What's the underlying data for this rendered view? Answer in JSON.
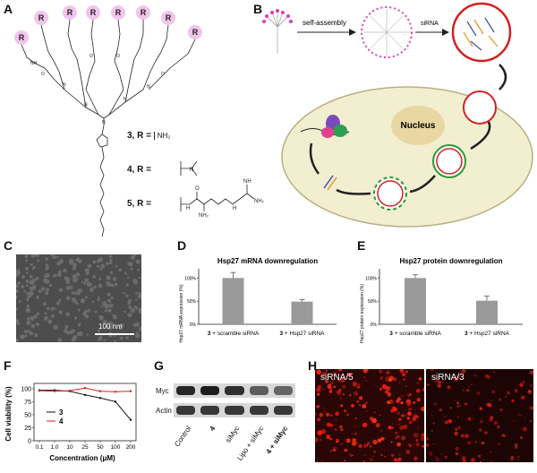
{
  "panels": {
    "a": "A",
    "b": "B",
    "c": "C",
    "d": "D",
    "e": "E",
    "f": "F",
    "g": "G",
    "h": "H"
  },
  "panel_a": {
    "r_label": "R",
    "compounds": [
      {
        "num": "3,",
        "r_eq": "R =",
        "group": "NH₂"
      },
      {
        "num": "4,",
        "r_eq": "R =",
        "group": "N(CH₃)₂"
      },
      {
        "num": "5,",
        "r_eq": "R =",
        "group": "arginine"
      }
    ],
    "nh2_label": "NH₂",
    "nh_label": "NH",
    "n_label": "N",
    "o_label": "O",
    "h_label": "H"
  },
  "panel_b": {
    "arrow1_label": "self-assembly",
    "arrow2_label": "siRNA",
    "nucleus_label": "Nucleus"
  },
  "panel_c": {
    "scale_label": "100 nm"
  },
  "chart_data": [
    {
      "type": "bar",
      "title": "Hsp27 mRNA downregulation",
      "ylabel": "Hsp27 mRNA expression (%)",
      "yticks": [
        "0%",
        "50%",
        "100%"
      ],
      "ylim": [
        0,
        120
      ],
      "categories": [
        "3 + scramble siRNA",
        "3 + Hsp27 siRNA"
      ],
      "category_bold": [
        "3",
        "3"
      ],
      "category_rest": [
        " + scramble siRNA",
        " + Hsp27 siRNA"
      ],
      "values": [
        100,
        49
      ],
      "errors": [
        12,
        4
      ]
    },
    {
      "type": "bar",
      "title": "Hsp27 protein downregulation",
      "ylabel": "Hsp27 protein expression (%)",
      "yticks": [
        "0%",
        "50%",
        "100%"
      ],
      "ylim": [
        0,
        120
      ],
      "categories": [
        "3 + scramble siRNA",
        "3 + Hsp27 siRNA"
      ],
      "category_bold": [
        "3",
        "3"
      ],
      "category_rest": [
        " + scramble siRNA",
        " + Hsp27 siRNA"
      ],
      "values": [
        100,
        51
      ],
      "errors": [
        7,
        10
      ]
    },
    {
      "type": "line",
      "ylabel": "Cell viability (%)",
      "xlabel": "Concentration (μM)",
      "x": [
        "0.1",
        "1.0",
        "10",
        "25",
        "50",
        "100",
        "200"
      ],
      "yticks": [
        "0",
        "25",
        "50",
        "75",
        "100"
      ],
      "ylim": [
        0,
        110
      ],
      "series": [
        {
          "name": "3",
          "color": "#111111",
          "values": [
            97,
            97,
            95,
            88,
            82,
            75,
            40
          ]
        },
        {
          "name": "4",
          "color": "#d62020",
          "values": [
            96,
            95,
            96,
            101,
            95,
            94,
            95
          ]
        }
      ]
    }
  ],
  "panel_g": {
    "rows": [
      "Myc",
      "Actin"
    ],
    "lanes": [
      "Control",
      "4",
      "siMyc",
      "Lipo + siMyc",
      "4 + siMyc"
    ],
    "myc_intensity": [
      0.9,
      0.95,
      0.85,
      0.6,
      0.55
    ],
    "actin_intensity": [
      0.8,
      0.8,
      0.8,
      0.8,
      0.8
    ]
  },
  "panel_h": {
    "left_label": "siRNA/5",
    "right_label": "siRNA/3"
  }
}
